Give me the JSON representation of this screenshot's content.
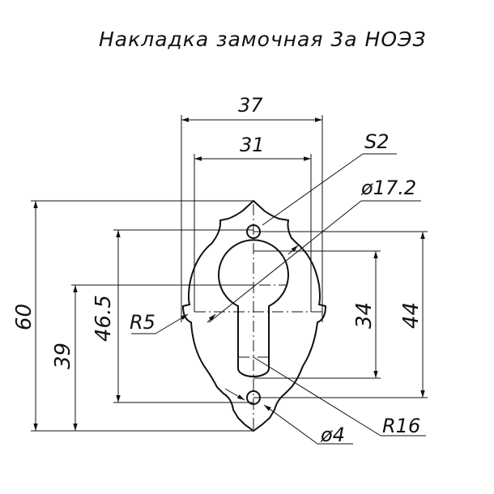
{
  "title": "Накладка замочная 3а НОЭЗ",
  "dimensions": {
    "width_outer": "37",
    "width_inner": "31",
    "thickness": "S2",
    "diameter_cylinder": "ø17.2",
    "height_total": "60",
    "height_39": "39",
    "height_46_5": "46.5",
    "height_34": "34",
    "height_44": "44",
    "radius_5": "R5",
    "radius_16": "R16",
    "diameter_hole": "ø4"
  }
}
